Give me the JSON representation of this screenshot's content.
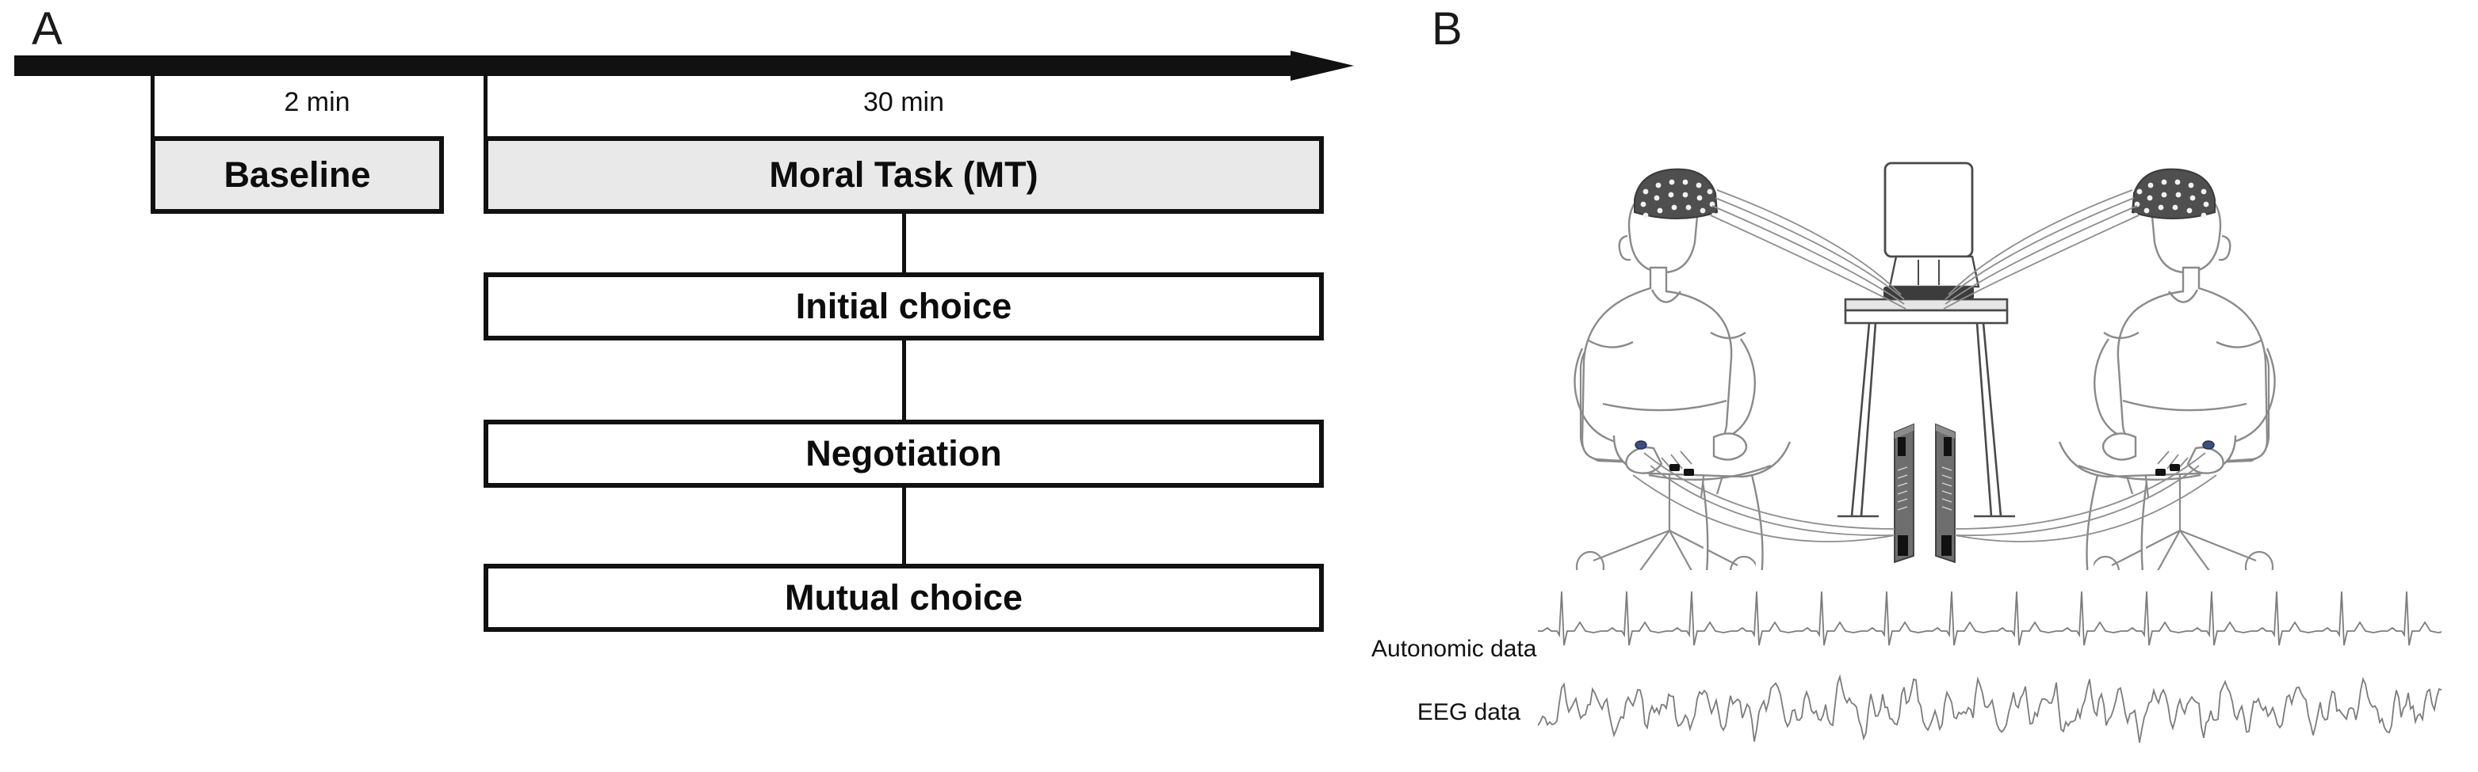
{
  "figure": {
    "panels": [
      {
        "letter": "A",
        "name": "experimental-timeline"
      },
      {
        "letter": "B",
        "name": "dyadic-recording-setup"
      }
    ]
  },
  "panel_a": {
    "letter": "A",
    "timeline": {
      "icon": "right-arrow-icon",
      "segments": [
        {
          "name": "baseline",
          "duration_label": "2 min",
          "box_label": "Baseline",
          "shaded": true
        },
        {
          "name": "moral-task",
          "duration_label": "30 min",
          "box_label": "Moral Task (MT)",
          "shaded": true
        }
      ]
    },
    "task_steps": [
      {
        "name": "initial-choice",
        "label": "Initial choice"
      },
      {
        "name": "negotiation",
        "label": "Negotiation"
      },
      {
        "name": "mutual-choice",
        "label": "Mutual choice"
      }
    ]
  },
  "panel_b": {
    "letter": "B",
    "scene": {
      "name": "two-participants-eeg-setup",
      "elements": [
        "participant-left",
        "participant-right",
        "eeg-cap-left",
        "eeg-cap-right",
        "office-chair-left",
        "office-chair-right",
        "desk",
        "computer-monitor",
        "eeg-amplifier-left",
        "eeg-amplifier-right",
        "electrode-cables",
        "finger-sensors"
      ]
    },
    "traces": [
      {
        "name": "autonomic-data",
        "label": "Autonomic data",
        "signal": "ecg"
      },
      {
        "name": "eeg-data",
        "label": "EEG data",
        "signal": "eeg"
      }
    ]
  },
  "colors": {
    "ink": "#111111",
    "box_shaded_fill": "#e9e9e9",
    "box_plain_fill": "#ffffff",
    "line_art": "#6f6f6f",
    "eeg_cap": "#4a4a4a",
    "trace": "#7a7a7a",
    "background": "#ffffff"
  }
}
